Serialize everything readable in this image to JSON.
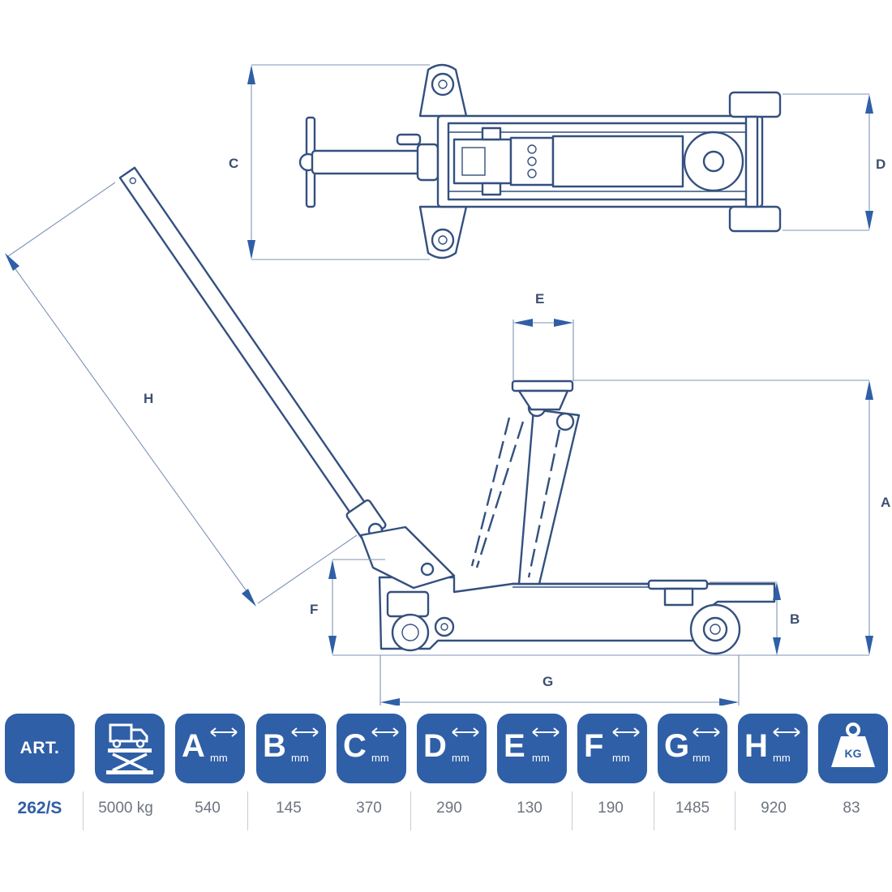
{
  "dimension_labels": {
    "A": "A",
    "B": "B",
    "C": "C",
    "D": "D",
    "E": "E",
    "F": "F",
    "G": "G",
    "H": "H"
  },
  "header_tiles": {
    "art": "ART.",
    "letters": [
      "A",
      "B",
      "C",
      "D",
      "E",
      "F",
      "G",
      "H"
    ],
    "unit": "mm",
    "weight": "KG"
  },
  "values": {
    "art": "262/S",
    "capacity": "5000 kg",
    "A": "540",
    "B": "145",
    "C": "370",
    "D": "290",
    "E": "130",
    "F": "190",
    "G": "1485",
    "H": "920",
    "weight": "83"
  },
  "colors": {
    "tile_blue": "#2f5fa6",
    "line_blue": "#34507f",
    "value_grey": "#6d7480"
  },
  "icons": [
    "lift-capacity-icon",
    "double-arrow-icon",
    "weight-icon"
  ]
}
